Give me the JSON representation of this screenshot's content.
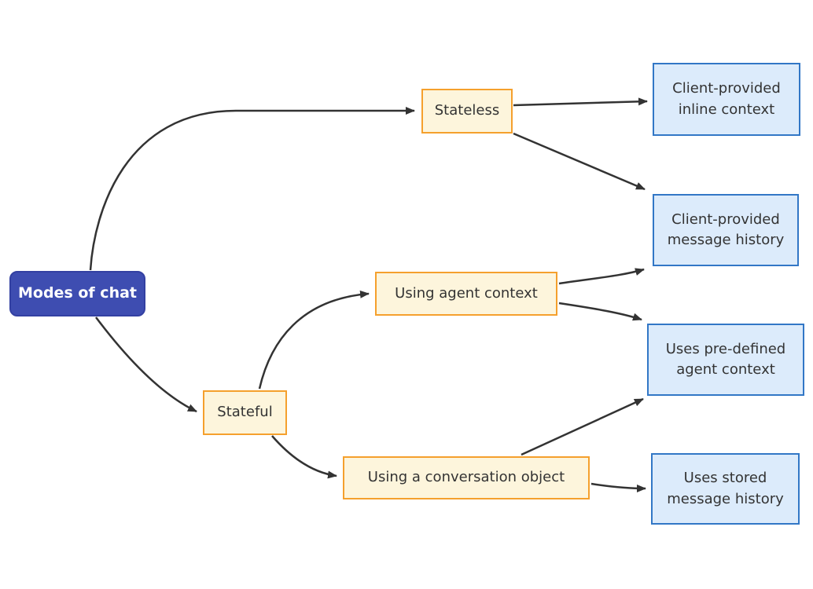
{
  "diagram": {
    "type": "flowchart",
    "direction": "left-to-right",
    "nodes": [
      {
        "id": "modes-of-chat",
        "label": "Modes of chat",
        "role": "root"
      },
      {
        "id": "stateless",
        "label": "Stateless",
        "role": "branch"
      },
      {
        "id": "client-inline-context",
        "label": "Client-provided inline context",
        "role": "leaf"
      },
      {
        "id": "client-message-history",
        "label": "Client-provided message history",
        "role": "leaf"
      },
      {
        "id": "using-agent-context",
        "label": "Using agent context",
        "role": "branch"
      },
      {
        "id": "uses-predefined-agent-context",
        "label": "Uses pre-defined agent context",
        "role": "leaf"
      },
      {
        "id": "stateful",
        "label": "Stateful",
        "role": "branch"
      },
      {
        "id": "using-conversation-object",
        "label": "Using a conversation object",
        "role": "branch"
      },
      {
        "id": "uses-stored-message-history",
        "label": "Uses stored message history",
        "role": "leaf"
      }
    ],
    "edges": [
      {
        "from": "modes-of-chat",
        "to": "stateless"
      },
      {
        "from": "modes-of-chat",
        "to": "stateful"
      },
      {
        "from": "stateless",
        "to": "client-inline-context"
      },
      {
        "from": "stateless",
        "to": "client-message-history"
      },
      {
        "from": "stateful",
        "to": "using-agent-context"
      },
      {
        "from": "stateful",
        "to": "using-conversation-object"
      },
      {
        "from": "using-agent-context",
        "to": "client-message-history"
      },
      {
        "from": "using-agent-context",
        "to": "uses-predefined-agent-context"
      },
      {
        "from": "using-conversation-object",
        "to": "uses-predefined-agent-context"
      },
      {
        "from": "using-conversation-object",
        "to": "uses-stored-message-history"
      }
    ],
    "colors": {
      "background": "#FFFFFF",
      "root_fill": "#3E4DB1",
      "root_border": "#3340A2",
      "root_text": "#FFFFFF",
      "branch_fill": "#FDF5DC",
      "branch_border": "#F5A02D",
      "leaf_fill": "#DCEBFB",
      "leaf_border": "#3277C6",
      "node_text": "#333333",
      "edge": "#333333"
    }
  }
}
